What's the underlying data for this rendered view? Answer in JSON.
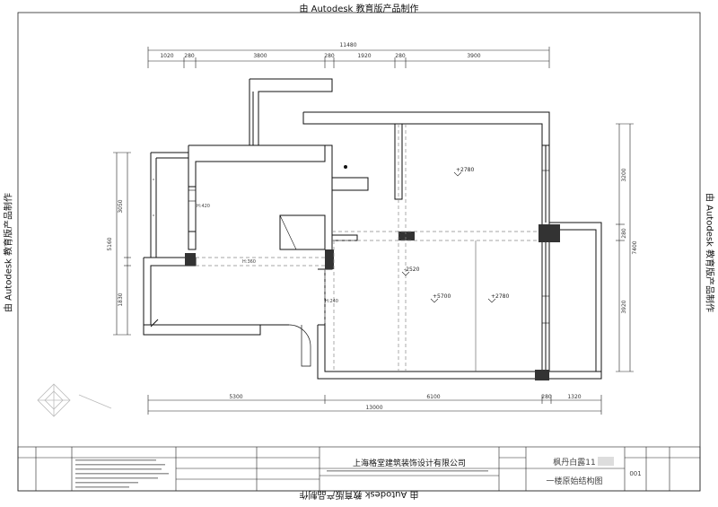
{
  "watermark": "由 Autodesk 教育版产品制作",
  "plan": {
    "top_total": "11480",
    "top_segments": [
      "1020",
      "280",
      "3800",
      "280",
      "1920",
      "280",
      "3900"
    ],
    "bottom_segments": [
      "5300",
      "6100",
      "280",
      "1320"
    ],
    "bottom_total": "13000",
    "left_total": "5160",
    "left_segments": [
      "3050",
      "1830"
    ],
    "right_total": "7400",
    "right_segments": [
      "3200",
      "280",
      "3920"
    ],
    "heights": {
      "h_top_left": "H:420",
      "h_mid_left": "H:360",
      "h_lower": "H:240"
    },
    "elevations": {
      "e1": "+2780",
      "e2": "-2520",
      "e3": "+5700",
      "e4": "+2780"
    }
  },
  "title_block": {
    "company": "上海格堂建筑装饰设计有限公司",
    "project": "枫丹白露11",
    "drawing_title": "一楼原始结构图",
    "drawing_no": "001"
  }
}
